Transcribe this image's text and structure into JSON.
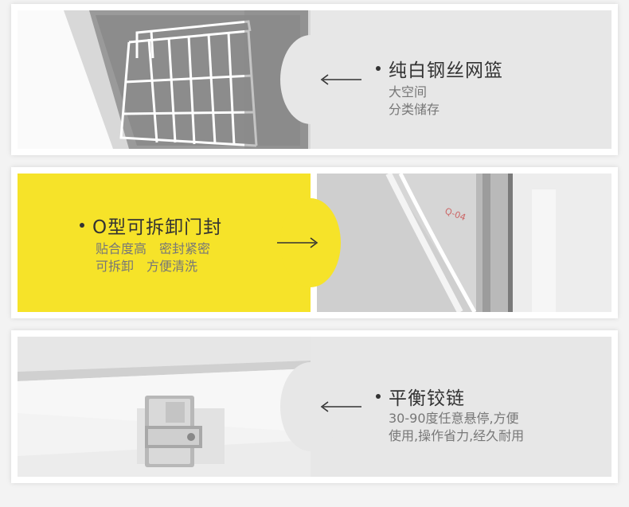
{
  "features": [
    {
      "title": "纯白钢丝网篮",
      "desc": [
        "大空间",
        "分类储存"
      ]
    },
    {
      "title": "O型可拆卸门封",
      "desc": [
        "贴合度高　密封紧密",
        "可拆卸　方便清洗"
      ]
    },
    {
      "title": "平衡铰链",
      "desc": [
        "30-90度任意悬停,方便",
        "使用,操作省力,经久耐用"
      ]
    }
  ],
  "colors": {
    "accent_yellow": "#f6e329",
    "text_box_gray": "#e7e7e7",
    "title_text": "#333333",
    "desc_text": "#777777"
  },
  "icons": [
    "basket-photo",
    "door-seal-photo",
    "hinge-photo",
    "left-arrow-icon",
    "right-arrow-icon",
    "bullet-dot-icon"
  ]
}
